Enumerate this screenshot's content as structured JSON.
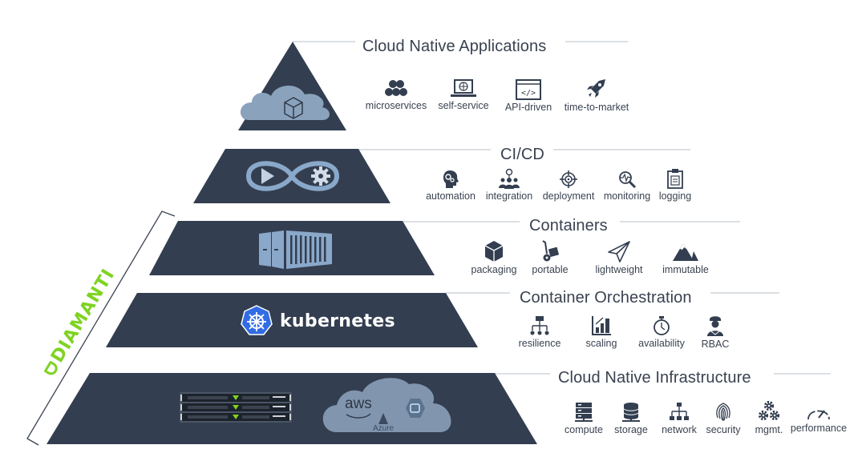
{
  "colors": {
    "tier_fill": "#333e50",
    "accent_blue": "#8aa8c9",
    "cloud_fill": "#7e94ad",
    "text": "#3a4250",
    "rule": "#c8cdd4",
    "brand_green": "#7ed321",
    "k8s_blue": "#326ce5"
  },
  "brand": {
    "name": "DIAMANTI",
    "icon": "diamanti-logo-icon"
  },
  "tiers": [
    {
      "title": "Cloud Native Applications",
      "icon": "cloud-cube-icon",
      "features": [
        {
          "label": "microservices",
          "icon": "hexagon-cluster-icon"
        },
        {
          "label": "self-service",
          "icon": "laptop-globe-icon"
        },
        {
          "label": "API-driven",
          "icon": "code-window-icon"
        },
        {
          "label": "time-to-market",
          "icon": "rocket-icon"
        }
      ]
    },
    {
      "title": "CI/CD",
      "icon": "infinity-play-gear-icon",
      "features": [
        {
          "label": "automation",
          "icon": "head-gears-icon"
        },
        {
          "label": "integration",
          "icon": "team-pin-icon"
        },
        {
          "label": "deployment",
          "icon": "target-icon"
        },
        {
          "label": "monitoring",
          "icon": "magnifier-pulse-icon"
        },
        {
          "label": "logging",
          "icon": "clipboard-icon"
        }
      ]
    },
    {
      "title": "Containers",
      "icon": "shipping-container-icon",
      "features": [
        {
          "label": "packaging",
          "icon": "box-icon"
        },
        {
          "label": "portable",
          "icon": "hand-truck-icon"
        },
        {
          "label": "lightweight",
          "icon": "paper-plane-icon"
        },
        {
          "label": "immutable",
          "icon": "mountain-icon"
        }
      ]
    },
    {
      "title": "Container Orchestration",
      "logo_text": "kubernetes",
      "icon": "kubernetes-helm-icon",
      "features": [
        {
          "label": "resilience",
          "icon": "hierarchy-icon"
        },
        {
          "label": "scaling",
          "icon": "bar-chart-icon"
        },
        {
          "label": "availability",
          "icon": "stopwatch-icon"
        },
        {
          "label": "RBAC",
          "icon": "officer-icon"
        }
      ]
    },
    {
      "title": "Cloud Native Infrastructure",
      "icon": "server-rack-icon",
      "cloud_labels": {
        "aws": "aws",
        "azure": "Azure"
      },
      "features": [
        {
          "label": "compute",
          "icon": "server-icon"
        },
        {
          "label": "storage",
          "icon": "database-icon"
        },
        {
          "label": "network",
          "icon": "network-icon"
        },
        {
          "label": "security",
          "icon": "fingerprint-icon"
        },
        {
          "label": "mgmt.",
          "icon": "gears-icon"
        },
        {
          "label": "performance",
          "icon": "gauge-icon"
        }
      ]
    }
  ]
}
